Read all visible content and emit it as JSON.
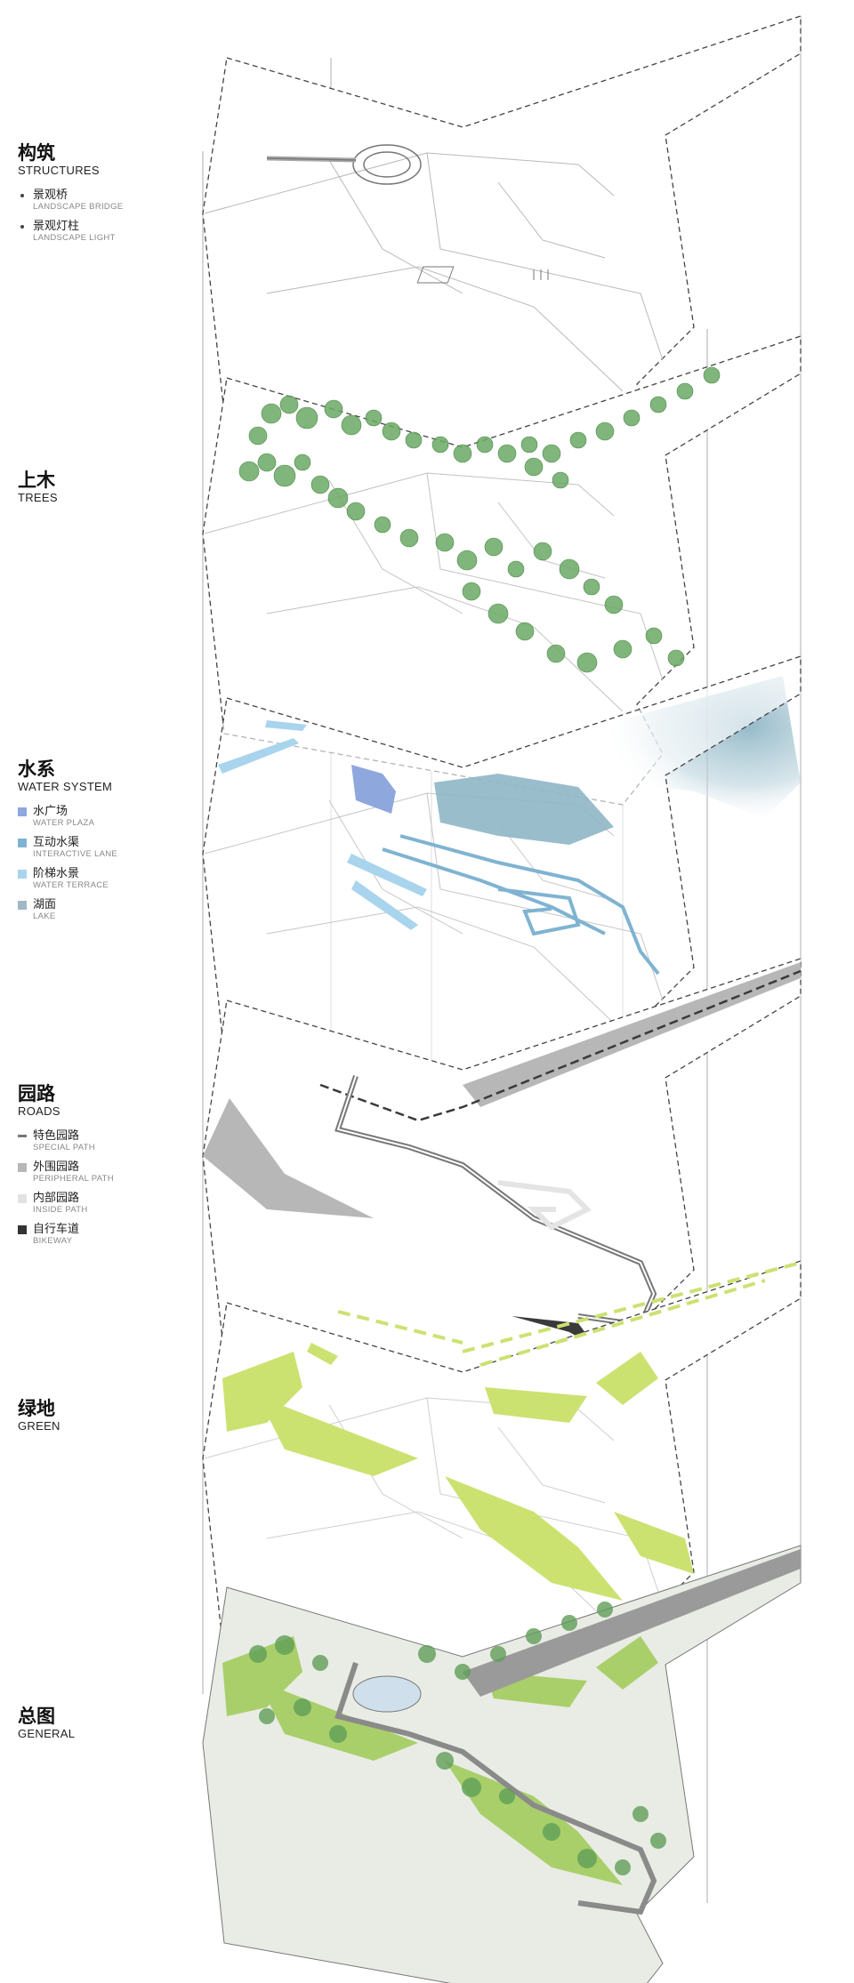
{
  "layers": [
    {
      "id": "structures",
      "title": "构筑",
      "subtitle": "STRUCTURES",
      "items": [
        {
          "cn": "景观桥",
          "en": "LANDSCAPE BRIDGE",
          "swatch": "dot",
          "color": "#444444"
        },
        {
          "cn": "景观灯柱",
          "en": "LANDSCAPE LIGHT",
          "swatch": "dot",
          "color": "#444444"
        }
      ]
    },
    {
      "id": "trees",
      "title": "上木",
      "subtitle": "TREES",
      "items": []
    },
    {
      "id": "water",
      "title": "水系",
      "subtitle": "WATER SYSTEM",
      "items": [
        {
          "cn": "水广场",
          "en": "WATER PLAZA",
          "swatch": "square",
          "color": "#8ea7dd"
        },
        {
          "cn": "互动水渠",
          "en": "INTERACTIVE LANE",
          "swatch": "square",
          "color": "#7fb3d1"
        },
        {
          "cn": "阶梯水景",
          "en": "WATER TERRACE",
          "swatch": "square",
          "color": "#a9d4ee"
        },
        {
          "cn": "湖面",
          "en": "LAKE",
          "swatch": "square",
          "color": "#9fb8c4"
        }
      ]
    },
    {
      "id": "roads",
      "title": "园路",
      "subtitle": "ROADS",
      "items": [
        {
          "cn": "特色园路",
          "en": "SPECIAL PATH",
          "swatch": "line",
          "color": "#777777"
        },
        {
          "cn": "外围园路",
          "en": "PERIPHERAL PATH",
          "swatch": "square",
          "color": "#b7b7b7"
        },
        {
          "cn": "内部园路",
          "en": "INSIDE PATH",
          "swatch": "square",
          "color": "#e2e2e2"
        },
        {
          "cn": "自行车道",
          "en": "BIKEWAY",
          "swatch": "square",
          "color": "#333333"
        }
      ]
    },
    {
      "id": "green",
      "title": "绿地",
      "subtitle": "GREEN",
      "items": []
    },
    {
      "id": "general",
      "title": "总图",
      "subtitle": "GENERAL",
      "items": []
    }
  ],
  "colors": {
    "outline": "#555555",
    "guide": "#9a9a9a",
    "tree": "#6aa864",
    "green": "#cbe271",
    "water_plaza": "#8ea7dd",
    "lane": "#7fb3d1",
    "terrace": "#a9d4ee",
    "lake": "#8fb6c6",
    "road_dark": "#3a3a3a",
    "road_mid": "#b7b7b7",
    "road_light": "#e4e4e4"
  }
}
